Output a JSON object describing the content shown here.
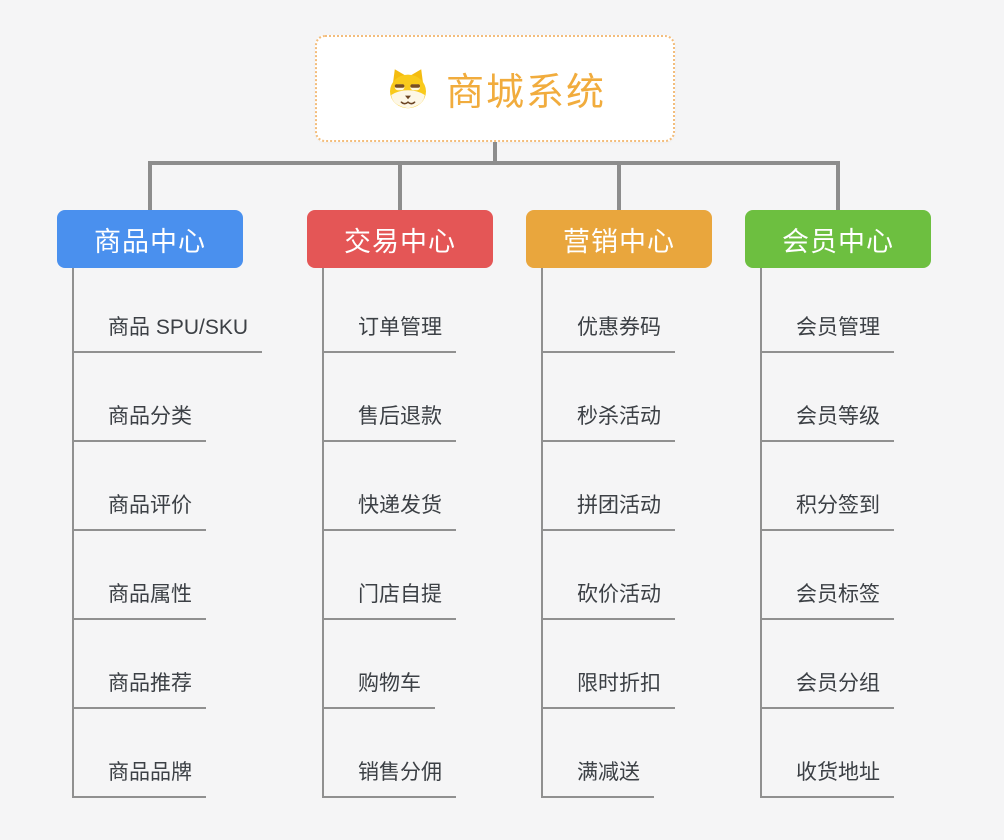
{
  "page": {
    "background": "#f5f5f6",
    "connector_color": "#8d8d8d"
  },
  "root": {
    "title": "商城系统",
    "icon": "dog-face-icon",
    "text_color": "#f1ac3d",
    "border_color": "#f3bd7c"
  },
  "branches": [
    {
      "label": "商品中心",
      "color": "#4A90EE",
      "items": [
        "商品 SPU/SKU",
        "商品分类",
        "商品评价",
        "商品属性",
        "商品推荐",
        "商品品牌"
      ]
    },
    {
      "label": "交易中心",
      "color": "#E45656",
      "items": [
        "订单管理",
        "售后退款",
        "快递发货",
        "门店自提",
        "购物车",
        "销售分佣"
      ]
    },
    {
      "label": "营销中心",
      "color": "#E9A63D",
      "items": [
        "优惠券码",
        "秒杀活动",
        "拼团活动",
        "砍价活动",
        "限时折扣",
        "满减送"
      ]
    },
    {
      "label": "会员中心",
      "color": "#6DBF40",
      "items": [
        "会员管理",
        "会员等级",
        "积分签到",
        "会员标签",
        "会员分组",
        "收货地址"
      ]
    }
  ]
}
